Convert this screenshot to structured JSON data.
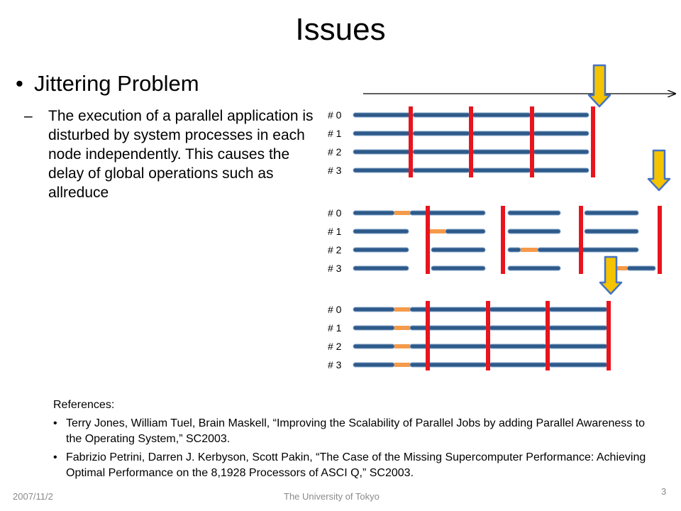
{
  "slide": {
    "title": "Issues",
    "bullet": "Jittering Problem",
    "bullet_marker": "•",
    "sub_marker": "–",
    "sub_text": "The execution of a parallel application is disturbed by system processes in each node independently. This causes the delay of global operations such as allreduce"
  },
  "diagram": {
    "node_labels": [
      "# 0",
      "# 1",
      "# 2",
      "# 3"
    ],
    "colors": {
      "bar": "#2e5a8a",
      "bar_outline": "#7ea0c8",
      "sync": "#e8141e",
      "jitter": "#f59a4a",
      "arrow_fill": "#f5c300",
      "arrow_stroke": "#4472c4",
      "axis": "#000000"
    }
  },
  "references": {
    "heading": "References:",
    "marker": "•",
    "items": [
      "Terry Jones, William Tuel, Brain Maskell, “Improving the Scalability of Parallel Jobs by adding Parallel Awareness to the Operating System,” SC2003.",
      "Fabrizio Petrini, Darren J. Kerbyson, Scott Pakin, “The Case of the Missing Supercomputer Performance: Achieving Optimal Performance on the 8,1928 Processors of ASCI Q,” SC2003."
    ]
  },
  "footer": {
    "date": "2007/11/2",
    "organization": "The University of Tokyo",
    "page_number": "3"
  }
}
